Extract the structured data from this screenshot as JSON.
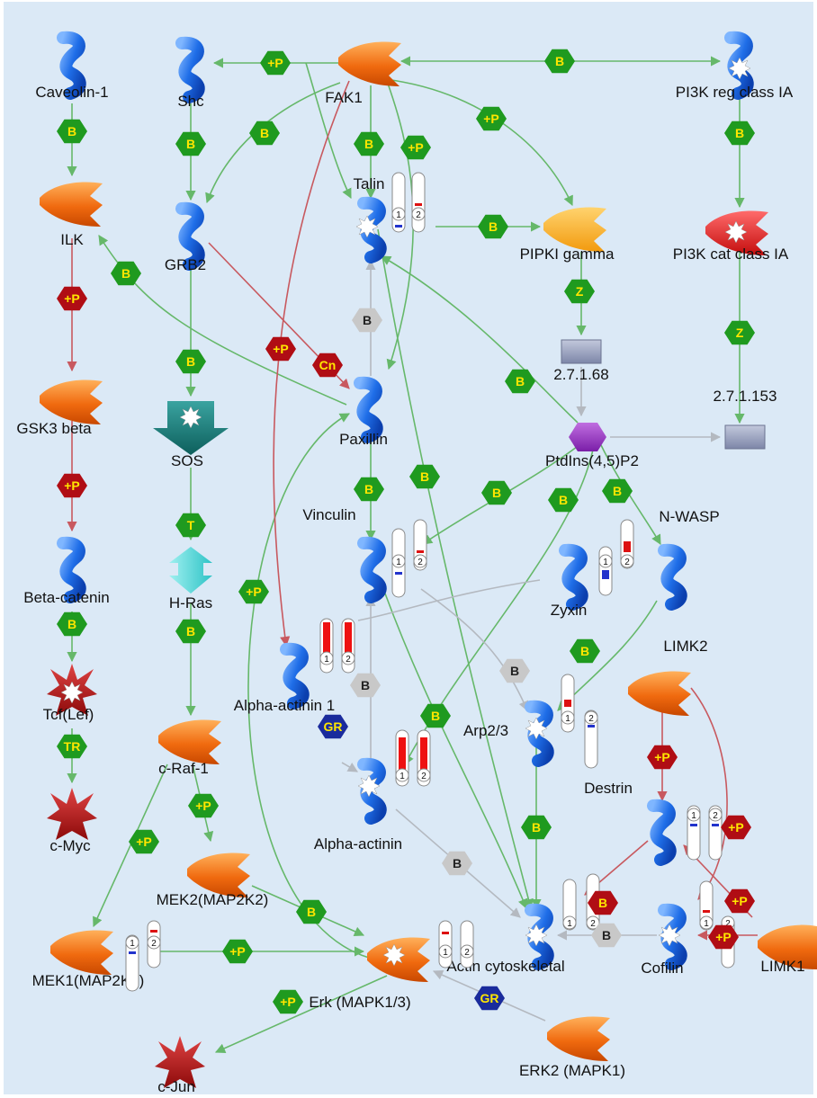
{
  "colors": {
    "background": "#dbe9f6",
    "link_green": "#66b86a",
    "link_red": "#c8595f",
    "link_gray": "#b4b9c0",
    "hex_green": "#1f9a1f",
    "hex_red": "#b00d14",
    "hex_gray": "#c8c8c8",
    "hex_navy": "#1a2b9c"
  },
  "nodes": [
    {
      "label": "Caveolin-1",
      "shape": "protein-icon"
    },
    {
      "label": "Shc",
      "shape": "protein-icon"
    },
    {
      "label": "FAK1",
      "shape": "kinase-icon"
    },
    {
      "label": "PI3K reg class IA",
      "shape": "protein-complex-icon"
    },
    {
      "label": "ILK",
      "shape": "kinase-icon"
    },
    {
      "label": "GRB2",
      "shape": "protein-icon"
    },
    {
      "label": "Talin",
      "shape": "protein-complex-icon"
    },
    {
      "label": "PIPKI gamma",
      "shape": "kinase-icon"
    },
    {
      "label": "PI3K cat class IA",
      "shape": "kinase-complex-icon"
    },
    {
      "label": "2.7.1.68",
      "shape": "enzyme-box-icon"
    },
    {
      "label": "2.7.1.153",
      "shape": "enzyme-box-icon"
    },
    {
      "label": "PtdIns(4,5)P2",
      "shape": "compound-icon"
    },
    {
      "label": "GSK3 beta",
      "shape": "kinase-icon"
    },
    {
      "label": "SOS",
      "shape": "gef-icon"
    },
    {
      "label": "Paxillin",
      "shape": "protein-icon"
    },
    {
      "label": "N-WASP",
      "shape": "protein-icon"
    },
    {
      "label": "Vinculin",
      "shape": "protein-icon"
    },
    {
      "label": "Zyxin",
      "shape": "protein-icon"
    },
    {
      "label": "Beta-catenin",
      "shape": "protein-icon"
    },
    {
      "label": "H-Ras",
      "shape": "gtpase-icon"
    },
    {
      "label": "LIMK2",
      "shape": "kinase-icon"
    },
    {
      "label": "Alpha-actinin 1",
      "shape": "protein-icon"
    },
    {
      "label": "Tcf(Lef)",
      "shape": "transcription-factor-icon"
    },
    {
      "label": "Arp2/3",
      "shape": "protein-complex-icon"
    },
    {
      "label": "c-Raf-1",
      "shape": "kinase-icon"
    },
    {
      "label": "Destrin",
      "shape": "protein-icon"
    },
    {
      "label": "Alpha-actinin",
      "shape": "protein-complex-icon"
    },
    {
      "label": "c-Myc",
      "shape": "transcription-factor-icon"
    },
    {
      "label": "MEK2(MAP2K2)",
      "shape": "kinase-icon"
    },
    {
      "label": "MEK1(MAP2K1)",
      "shape": "kinase-icon"
    },
    {
      "label": "Actin cytoskeletal",
      "shape": "protein-complex-icon"
    },
    {
      "label": "Cofilin",
      "shape": "protein-complex-icon"
    },
    {
      "label": "LIMK1",
      "shape": "kinase-icon"
    },
    {
      "label": "Erk (MAPK1/3)",
      "shape": "kinase-complex-icon"
    },
    {
      "label": "ERK2 (MAPK1)",
      "shape": "kinase-icon"
    },
    {
      "label": "c-Jun",
      "shape": "transcription-factor-icon"
    }
  ],
  "edge_labels": [
    {
      "text": "+P",
      "color": "green"
    },
    {
      "text": "B",
      "color": "green"
    },
    {
      "text": "B",
      "color": "green"
    },
    {
      "text": "B",
      "color": "green"
    },
    {
      "text": "B",
      "color": "green"
    },
    {
      "text": "B",
      "color": "green"
    },
    {
      "text": "+P",
      "color": "green"
    },
    {
      "text": "+P",
      "color": "green"
    },
    {
      "text": "B",
      "color": "green"
    },
    {
      "text": "B",
      "color": "green"
    },
    {
      "text": "B",
      "color": "green"
    },
    {
      "text": "+P",
      "color": "red"
    },
    {
      "text": "Z",
      "color": "green"
    },
    {
      "text": "B",
      "color": "gray"
    },
    {
      "text": "+P",
      "color": "red"
    },
    {
      "text": "Cn",
      "color": "red"
    },
    {
      "text": "Z",
      "color": "green"
    },
    {
      "text": "B",
      "color": "green"
    },
    {
      "text": "B",
      "color": "green"
    },
    {
      "text": "+P",
      "color": "red"
    },
    {
      "text": "B",
      "color": "green"
    },
    {
      "text": "B",
      "color": "green"
    },
    {
      "text": "B",
      "color": "green"
    },
    {
      "text": "B",
      "color": "green"
    },
    {
      "text": "B",
      "color": "green"
    },
    {
      "text": "T",
      "color": "green"
    },
    {
      "text": "B",
      "color": "green"
    },
    {
      "text": "+P",
      "color": "green"
    },
    {
      "text": "B",
      "color": "green"
    },
    {
      "text": "B",
      "color": "green"
    },
    {
      "text": "B",
      "color": "green"
    },
    {
      "text": "B",
      "color": "gray"
    },
    {
      "text": "B",
      "color": "gray"
    },
    {
      "text": "GR",
      "color": "navy"
    },
    {
      "text": "TR",
      "color": "green"
    },
    {
      "text": "B",
      "color": "green"
    },
    {
      "text": "+P",
      "color": "red"
    },
    {
      "text": "+P",
      "color": "green"
    },
    {
      "text": "+P",
      "color": "green"
    },
    {
      "text": "B",
      "color": "green"
    },
    {
      "text": "+P",
      "color": "red"
    },
    {
      "text": "B",
      "color": "red"
    },
    {
      "text": "B",
      "color": "gray"
    },
    {
      "text": "+P",
      "color": "green"
    },
    {
      "text": "+P",
      "color": "green"
    },
    {
      "text": "+P",
      "color": "red"
    },
    {
      "text": "+P",
      "color": "red"
    },
    {
      "text": "B",
      "color": "gray"
    },
    {
      "text": "GR",
      "color": "navy"
    },
    {
      "text": "+P",
      "color": "green"
    }
  ],
  "bar_digits": {
    "one": "1",
    "two": "2"
  }
}
